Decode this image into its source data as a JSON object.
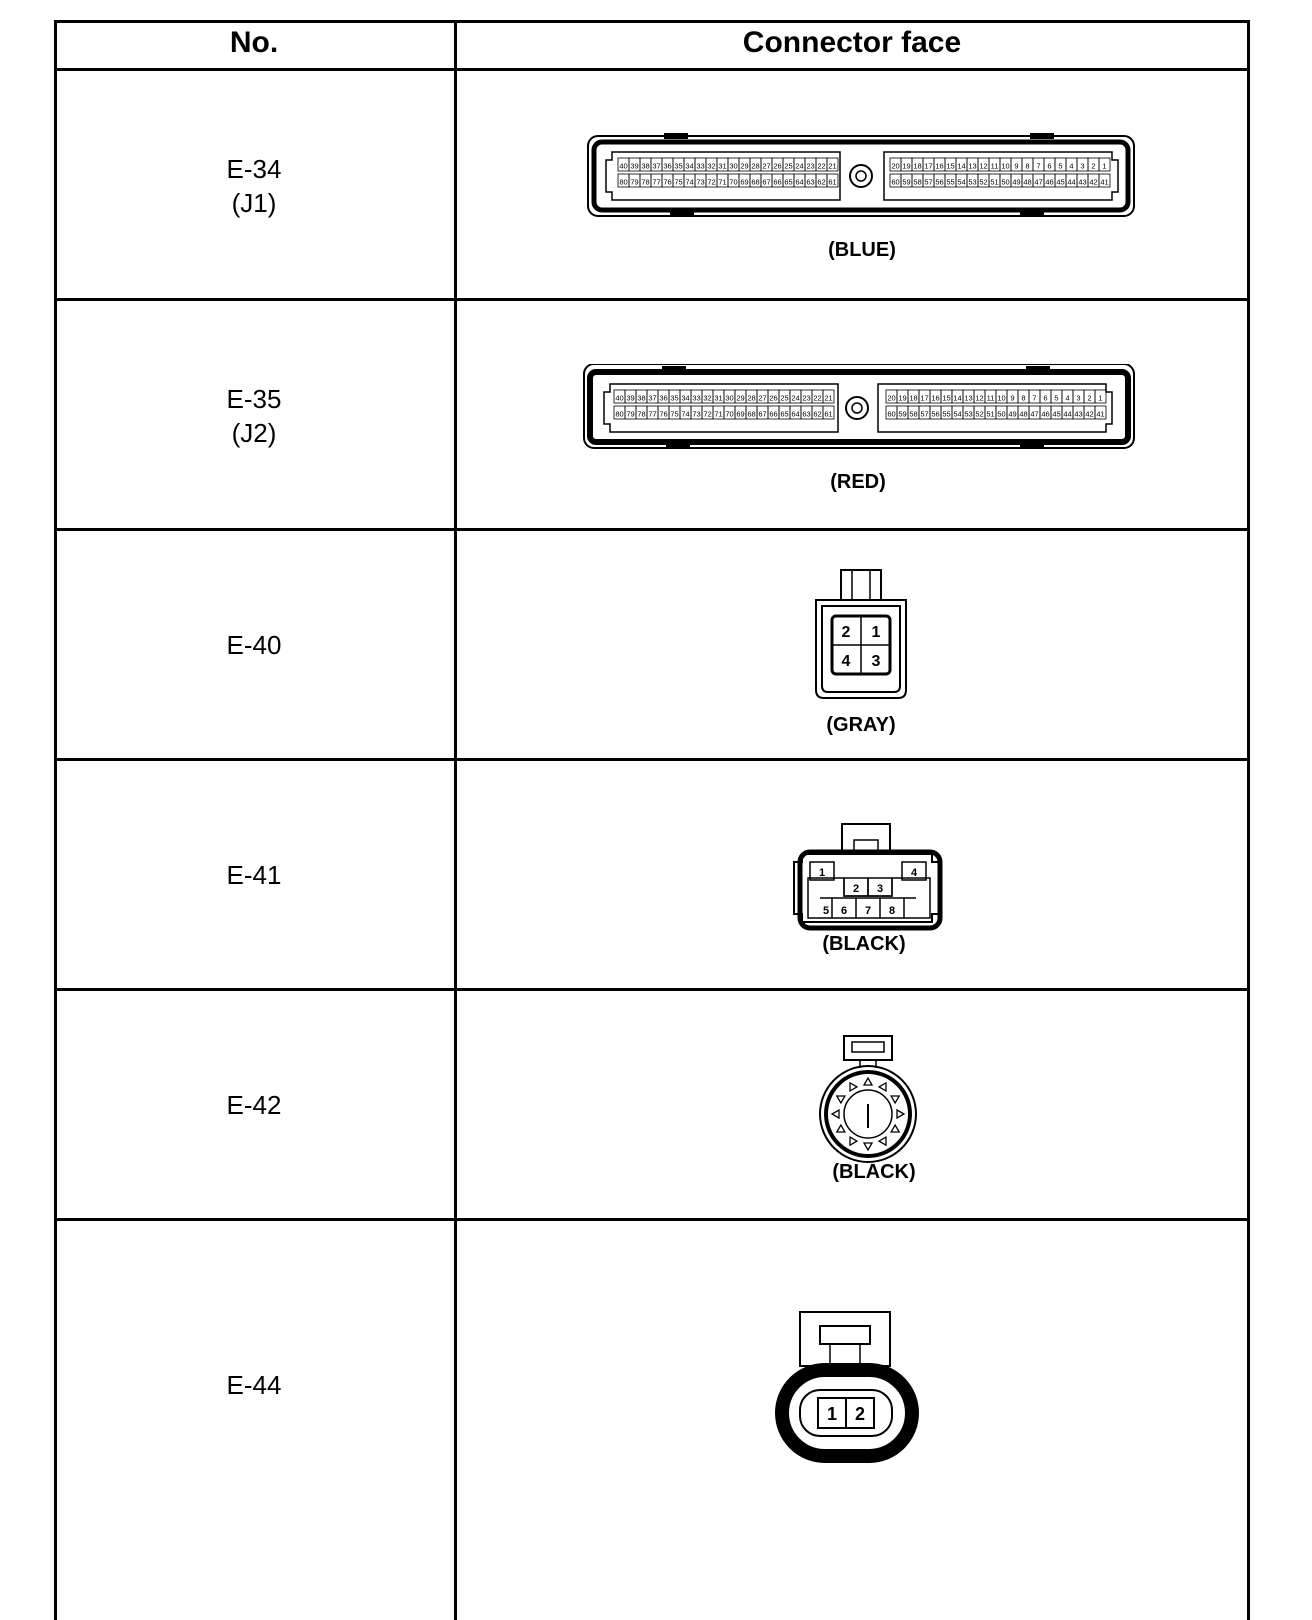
{
  "table": {
    "header_no": "No.",
    "header_face": "Connector face"
  },
  "rows": [
    {
      "no": "E-34",
      "sub": "(J1)",
      "color": "(BLUE)",
      "type": "ecu"
    },
    {
      "no": "E-35",
      "sub": "(J2)",
      "color": "(RED)",
      "type": "ecu"
    },
    {
      "no": "E-40",
      "sub": "",
      "color": "(GRAY)",
      "type": "4pin",
      "pins": [
        "2",
        "1",
        "4",
        "3"
      ]
    },
    {
      "no": "E-41",
      "sub": "",
      "color": "(BLACK)",
      "type": "8pin",
      "pins": [
        "1",
        "2",
        "3",
        "4",
        "5",
        "6",
        "7",
        "8"
      ]
    },
    {
      "no": "E-42",
      "sub": "",
      "color": "(BLACK)",
      "type": "round"
    },
    {
      "no": "E-44",
      "sub": "",
      "color": "",
      "type": "2pin",
      "pins": [
        "1",
        "2"
      ]
    }
  ],
  "ecu_pins": {
    "left_top": [
      "40",
      "39",
      "38",
      "37",
      "36",
      "35",
      "34",
      "33",
      "32",
      "31",
      "30",
      "29",
      "28",
      "27",
      "26",
      "25",
      "24",
      "23",
      "22",
      "21"
    ],
    "left_bottom": [
      "80",
      "79",
      "78",
      "77",
      "76",
      "75",
      "74",
      "73",
      "72",
      "71",
      "70",
      "69",
      "68",
      "67",
      "66",
      "65",
      "64",
      "63",
      "62",
      "61"
    ],
    "right_top": [
      "20",
      "19",
      "18",
      "17",
      "16",
      "15",
      "14",
      "13",
      "12",
      "11",
      "10",
      "9",
      "8",
      "7",
      "6",
      "5",
      "4",
      "3",
      "2",
      "1"
    ],
    "right_bottom": [
      "60",
      "59",
      "58",
      "57",
      "56",
      "55",
      "54",
      "53",
      "52",
      "51",
      "50",
      "49",
      "48",
      "47",
      "46",
      "45",
      "44",
      "43",
      "42",
      "41"
    ]
  }
}
